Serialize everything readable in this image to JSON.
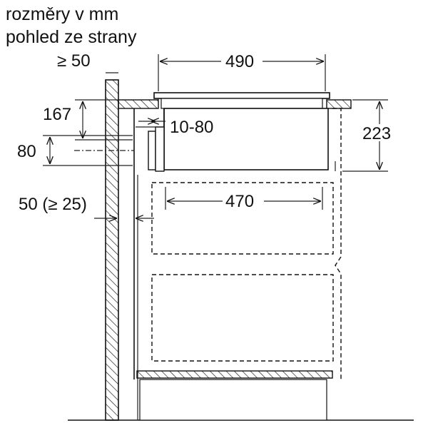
{
  "title": {
    "line1": "rozměry v mm",
    "line2": "pohled ze strany"
  },
  "dimensions": {
    "min_gap": "≥ 50",
    "hob_width": "490",
    "depth_top": "167",
    "vent_range": "10-80",
    "vent_height": "80",
    "unit_height": "223",
    "inner_width": "470",
    "wall_gap": "50 (≥ 25)"
  }
}
